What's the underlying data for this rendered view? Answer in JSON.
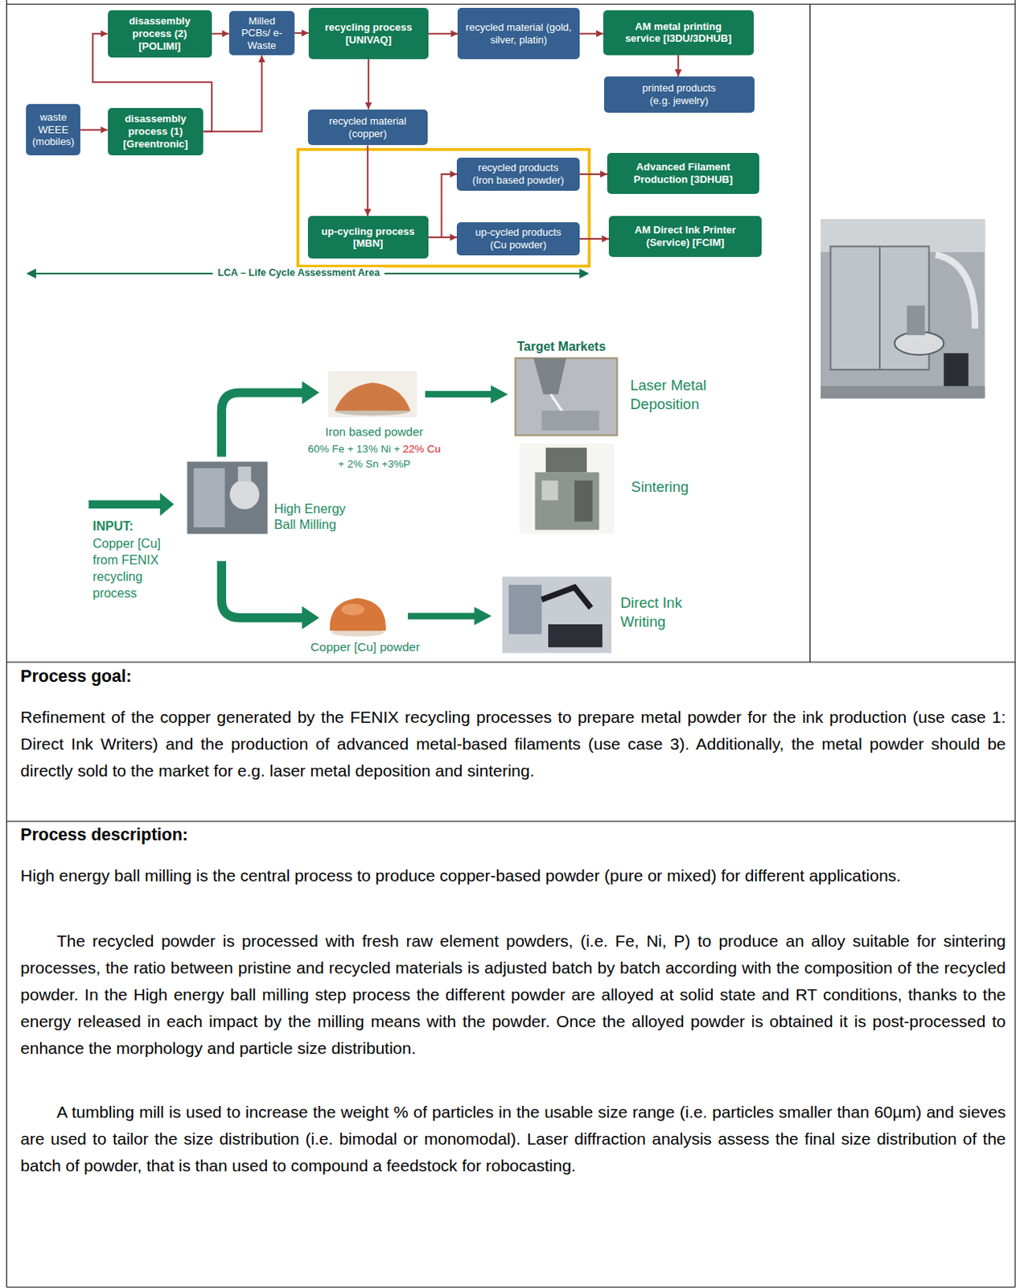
{
  "diagram": {
    "nodes": [
      {
        "text": [
          "disassembly process (2) [POLIMI]"
        ]
      },
      {
        "text": [
          "Milled PCBs/ e-Waste"
        ]
      },
      {
        "text": [
          "recycling process [UNIVAQ]"
        ]
      },
      {
        "text": [
          "recycled material (gold, silver, platin)"
        ]
      },
      {
        "text": [
          "AM metal printing service [I3DU/3DHUB]"
        ]
      },
      {
        "text": [
          "printed products (e.g. jewelry)"
        ]
      },
      {
        "text": [
          "waste WEEE (mobiles)"
        ]
      },
      {
        "text": [
          "disassembly process (1) [Greentronic]"
        ]
      },
      {
        "text": [
          "recycled material (copper)"
        ]
      },
      {
        "text": [
          "recycled products (Iron based powder)"
        ]
      },
      {
        "text": [
          "up-cycling process [MBN]"
        ]
      },
      {
        "text": [
          "up-cycled products (Cu powder)"
        ]
      },
      {
        "text": [
          "Advanced Filament Production [3DHUB]"
        ]
      },
      {
        "text": [
          "AM Direct Ink Printer (Service) [FCIM]"
        ]
      }
    ],
    "edges": [
      {
        "from": 0,
        "to": 1,
        "arrow": "to"
      },
      {
        "from": 1,
        "to": 2,
        "arrow": "to"
      },
      {
        "from": 2,
        "to": 3,
        "arrow": "to"
      },
      {
        "from": 3,
        "to": 4,
        "arrow": "to"
      },
      {
        "from": 4,
        "to": 5,
        "arrow": "to"
      },
      {
        "from": 6,
        "to": 7,
        "arrow": "to"
      },
      {
        "from": 7,
        "to": 0,
        "arrow": "to"
      },
      {
        "from": 7,
        "to": 1,
        "arrow": "to"
      },
      {
        "from": 2,
        "to": 8,
        "arrow": "to"
      },
      {
        "from": 8,
        "to": 10,
        "arrow": "to"
      },
      {
        "from": 10,
        "to": 9,
        "arrow": "to"
      },
      {
        "from": 10,
        "to": 11,
        "arrow": "to"
      },
      {
        "from": 9,
        "to": 12,
        "arrow": "to"
      },
      {
        "from": 11,
        "to": 13,
        "arrow": "to"
      }
    ],
    "labels": [
      "LCA – Life Cycle Assessment Area",
      "Target Markets",
      "Laser Metal Deposition",
      "Iron based powder",
      "60% Fe + 13% Ni +",
      "22% Cu",
      "+ 2% Sn +3%P",
      "Sintering",
      "High Energy Ball Milling",
      "INPUT:",
      "Copper [Cu] from FENIX recycling process",
      "Direct Ink Writing",
      "Copper [Cu] powder",
      "Process goal:",
      "Refinement of the copper generated by the FENIX recycling processes to prepare metal powder for the ink production (use case 1: Direct Ink Writers) and the production of advanced metal-based filaments (use case 3). Additionally, the metal powder should be directly sold to the market for e.g. laser metal deposition and sintering.",
      "Process description:",
      "High energy ball milling is the central process to produce copper-based powder (pure or mixed) for different applications.",
      "The recycled powder is processed with fresh raw element powders, (i.e. Fe, Ni, P) to produce an alloy suitable for sintering processes, the ratio between pristine and recycled materials is adjusted batch by batch according with the composition of the recycled powder. In the High energy ball milling step process the different powder are alloyed at solid state and RT conditions, thanks to the energy released in each impact by the milling means with the powder. Once the alloyed powder is obtained it is post-processed to enhance the morphology and particle size distribution.",
      "A tumbling mill is used to increase the weight % of particles in the usable size range (i.e. particles smaller than 60µm) and sieves are used to tailor the size distribution (i.e. bimodal or monomodal). Laser diffraction analysis assess the final size distribution of the batch of powder, that is than used to compound a feedstock for robocasting."
    ]
  }
}
